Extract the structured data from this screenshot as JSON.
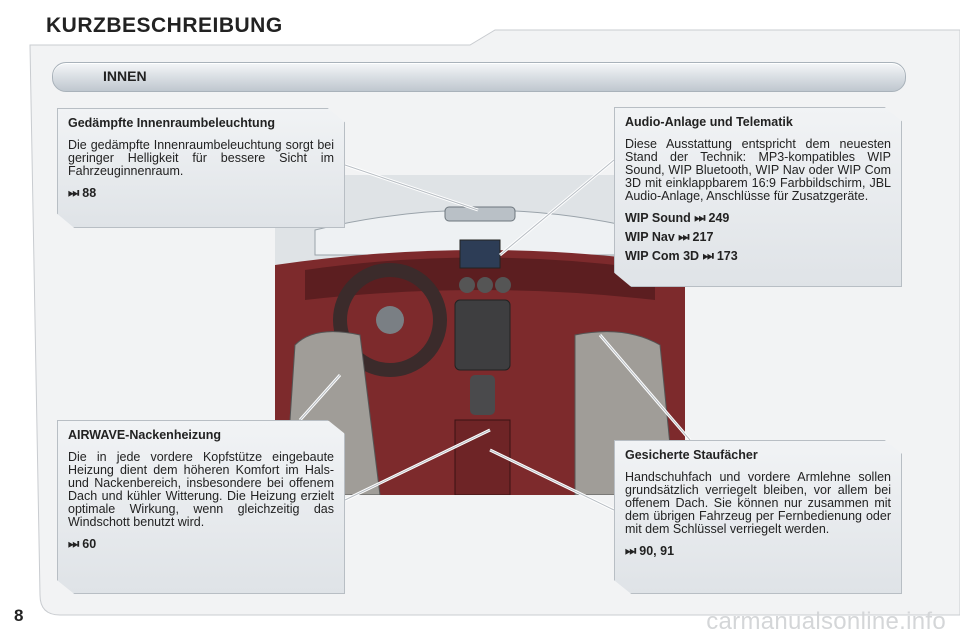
{
  "page_title": "KURZBESCHREIBUNG",
  "section": "INNEN",
  "callouts": {
    "lighting": {
      "title": "Gedämpfte Innenraumbeleuchtung",
      "text": "Die gedämpfte Innenraumbeleuchtung sorgt bei geringer Helligkeit für bessere Sicht im Fahrzeuginnenraum.",
      "ref": "88"
    },
    "audio": {
      "title": "Audio-Anlage und Telematik",
      "text": "Diese Ausstattung entspricht dem neuesten Stand der Technik: MP3-kompatibles WIP Sound, WIP Bluetooth, WIP Nav oder WIP Com 3D mit einklappbarem 16:9 Farbbildschirm, JBL Audio-Anlage, Anschlüsse für Zusatzgeräte.",
      "refs": [
        {
          "label": "WIP Sound",
          "page": "249"
        },
        {
          "label": "WIP Nav",
          "page": "217"
        },
        {
          "label": "WIP Com 3D",
          "page": "173"
        }
      ]
    },
    "airwave": {
      "title": "AIRWAVE-Nackenheizung",
      "text": "Die in jede vordere Kopfstütze eingebaute Heizung dient dem höheren Komfort im Hals- und Nackenbereich, insbesondere bei offenem Dach und kühler Witterung. Die Heizung erzielt optimale Wirkung, wenn gleichzeitig das Windschott benutzt wird.",
      "ref": "60"
    },
    "storage": {
      "title": "Gesicherte Staufächer",
      "text": "Handschuhfach und vordere Armlehne sollen grundsätzlich verriegelt bleiben, vor allem bei offenem Dach. Sie können nur zusammen mit dem übrigen Fahrzeug per Fernbedienung oder mit dem Schlüssel verriegelt werden.",
      "ref": "90, 91"
    }
  },
  "page_number": "8",
  "watermark": "carmanualsonline.info",
  "ref_icon": "double-arrow-icon"
}
